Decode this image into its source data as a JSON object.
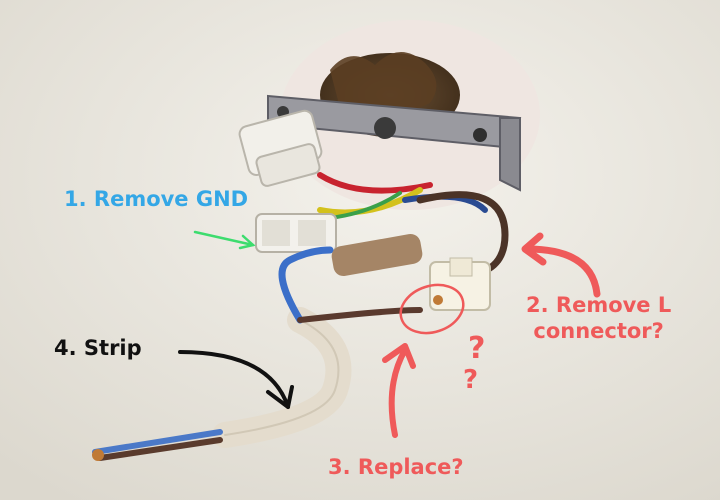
{
  "annotations": {
    "step1": {
      "text": "1. Remove GND",
      "color": "#34a7e6"
    },
    "step2": {
      "line1": "2. Remove L",
      "line2": "connector?",
      "color": "#ef5a5a"
    },
    "step3": {
      "text": "3. Replace?",
      "color": "#ef5a5a"
    },
    "step4": {
      "text": "4. Strip",
      "color": "#111111"
    },
    "question_mark": "?"
  },
  "colors": {
    "ceiling": "#ebe8e0",
    "arrow_gnd": "#3ddc6e",
    "arrow_red": "#ef5a5a",
    "arrow_black": "#111111"
  }
}
